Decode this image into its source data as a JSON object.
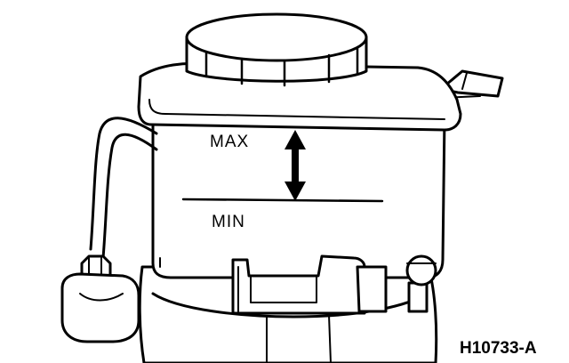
{
  "diagram": {
    "labels": {
      "max": "MAX",
      "min": "MIN",
      "figure_code": "H10733-A"
    },
    "colors": {
      "ink": "#000000",
      "paper": "#ffffff"
    },
    "icons": {
      "level_indicator": "double-arrow-icon"
    }
  }
}
